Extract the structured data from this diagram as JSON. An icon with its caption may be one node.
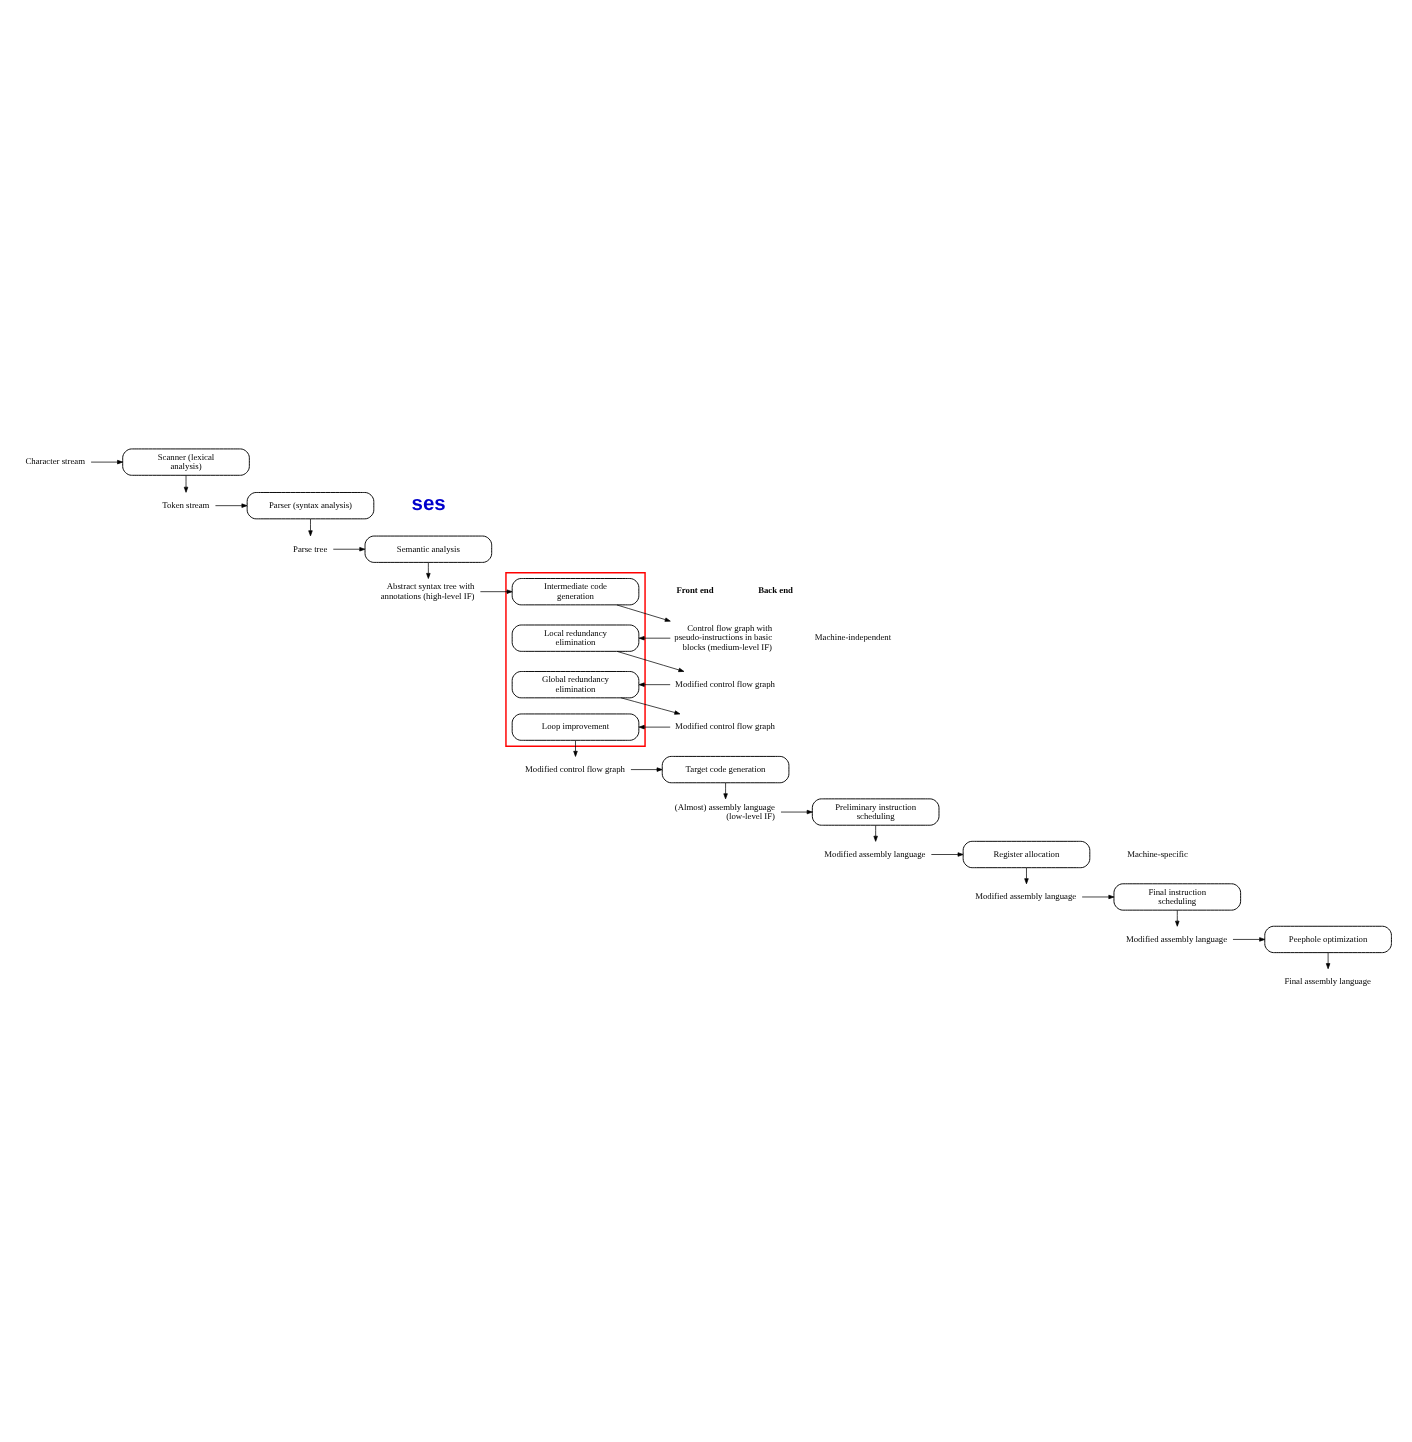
{
  "diagram": {
    "nodes": [
      {
        "text": [
          "Character stream"
        ]
      },
      {
        "text": [
          "Scanner (lexical analysis)"
        ]
      },
      {
        "text": [
          "Token stream"
        ]
      },
      {
        "text": [
          "Parser (syntax analysis)"
        ]
      },
      {
        "text": [
          "Parse tree"
        ]
      },
      {
        "text": [
          "Semantic analysis"
        ]
      },
      {
        "text": [
          "Abstract syntax tree with annotations (high-level IF)"
        ]
      },
      {
        "text": [],
        "shape": "box"
      },
      {
        "text": [
          "Intermediate code generation"
        ],
        "in": 7
      },
      {
        "text": [
          "Control flow graph with pseudo-instructions in basic blocks (medium-level IF)"
        ]
      },
      {
        "text": [
          "Local redundancy elimination"
        ],
        "in": 7
      },
      {
        "text": [
          "Modified control flow graph"
        ]
      },
      {
        "text": [
          "Global redundancy elimination"
        ],
        "in": 7
      },
      {
        "text": [
          "Modified control flow graph"
        ]
      },
      {
        "text": [
          "Loop improvement"
        ],
        "in": 7
      },
      {
        "text": [
          "Modified control flow graph"
        ]
      },
      {
        "text": [
          "Target code generation"
        ]
      },
      {
        "text": [
          "(Almost) assembly language (low-level IF)"
        ]
      },
      {
        "text": [
          "Preliminary instruction scheduling"
        ]
      },
      {
        "text": [
          "Modified assembly language"
        ]
      },
      {
        "text": [
          "Register allocation"
        ]
      },
      {
        "text": [
          "Modified assembly language"
        ]
      },
      {
        "text": [
          "Final instruction scheduling"
        ]
      },
      {
        "text": [
          "Modified assembly language"
        ]
      },
      {
        "text": [
          "Peephole optimization"
        ]
      },
      {
        "text": [
          "Final assembly language"
        ]
      }
    ],
    "edges": [
      {
        "from": 0,
        "to": 1,
        "arrow": "to"
      },
      {
        "from": 1,
        "to": 2,
        "arrow": "to"
      },
      {
        "from": 2,
        "to": 3,
        "arrow": "to"
      },
      {
        "from": 3,
        "to": 4,
        "arrow": "to"
      },
      {
        "from": 4,
        "to": 5,
        "arrow": "to"
      },
      {
        "from": 5,
        "to": 6,
        "arrow": "to"
      },
      {
        "from": 6,
        "to": 8,
        "arrow": "to"
      },
      {
        "from": 8,
        "to": 9,
        "arrow": "to"
      },
      {
        "from": 9,
        "to": 10,
        "arrow": "to"
      },
      {
        "from": 10,
        "to": 11,
        "arrow": "to"
      },
      {
        "from": 11,
        "to": 12,
        "arrow": "to"
      },
      {
        "from": 12,
        "to": 13,
        "arrow": "to"
      },
      {
        "from": 13,
        "to": 14,
        "arrow": "to"
      },
      {
        "from": 14,
        "to": 15,
        "arrow": "to"
      },
      {
        "from": 15,
        "to": 16,
        "arrow": "to"
      },
      {
        "from": 16,
        "to": 17,
        "arrow": "to"
      },
      {
        "from": 17,
        "to": 18,
        "arrow": "to"
      },
      {
        "from": 18,
        "to": 19,
        "arrow": "to"
      },
      {
        "from": 19,
        "to": 20,
        "arrow": "to"
      },
      {
        "from": 20,
        "to": 21,
        "arrow": "to"
      },
      {
        "from": 21,
        "to": 22,
        "arrow": "to"
      },
      {
        "from": 22,
        "to": 23,
        "arrow": "to"
      },
      {
        "from": 23,
        "to": 24,
        "arrow": "to"
      },
      {
        "from": 24,
        "to": 25,
        "arrow": "to"
      }
    ],
    "labels": [
      "ses",
      "Front end",
      "Back end",
      "Machine-independent",
      "Machine-specific"
    ]
  }
}
